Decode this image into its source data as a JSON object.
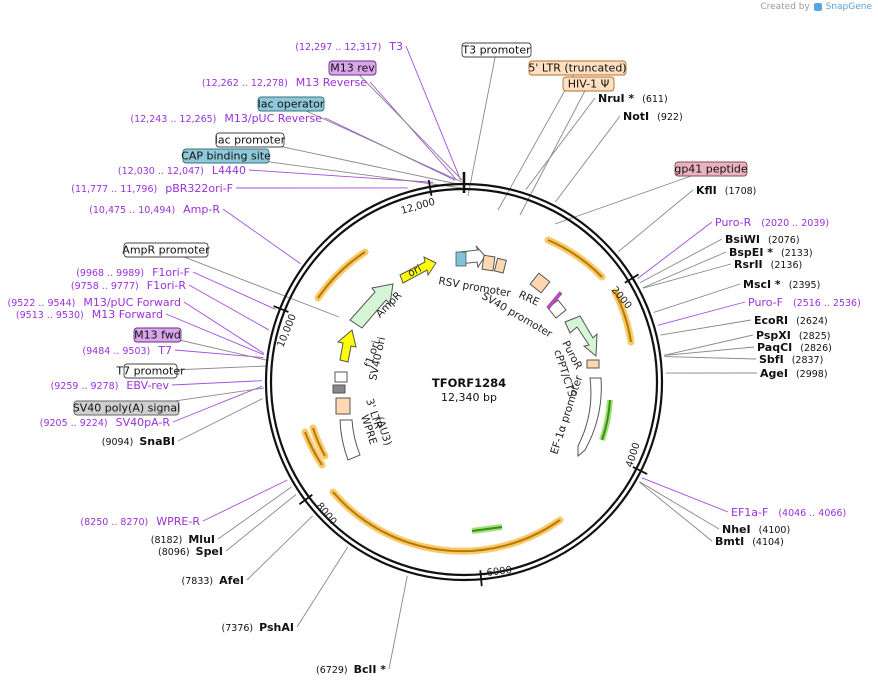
{
  "brand": {
    "created_by": "Created by",
    "name": "SnapGene"
  },
  "plasmid": {
    "name": "TFORF1284",
    "size": "12,340 bp",
    "length": 12340
  },
  "colors": {
    "site": "#111111",
    "primer": "#9b30d9",
    "line": "#888888",
    "primer_line": "#a64ce0",
    "cds": "#f5a623",
    "cds_fill": "#fffbe6",
    "misc_green": "#d6f5d6",
    "promoter": "#ffffff",
    "ltr": "#ffd8b3",
    "ori": "#ffff00",
    "feature_box_green": "#6fbf3b"
  },
  "tick_labels": [
    "2000",
    "4000",
    "6000",
    "8000",
    "10,000",
    "12,000"
  ],
  "ticks": [
    0,
    2000,
    4000,
    6000,
    8000,
    10000,
    12000
  ],
  "enzymes": [
    {
      "name": "NruI *",
      "pos": "(611)",
      "bp": 611
    },
    {
      "name": "NotI",
      "pos": "(922)",
      "bp": 922
    },
    {
      "name": "KflI",
      "pos": "(1708)",
      "bp": 1708
    },
    {
      "name": "BsiWI",
      "pos": "(2076)",
      "bp": 2076
    },
    {
      "name": "BspEI *",
      "pos": "(2133)",
      "bp": 2133
    },
    {
      "name": "RsrII",
      "pos": "(2136)",
      "bp": 2136
    },
    {
      "name": "MscI *",
      "pos": "(2395)",
      "bp": 2395
    },
    {
      "name": "EcoRI",
      "pos": "(2624)",
      "bp": 2624
    },
    {
      "name": "PspXI",
      "pos": "(2825)",
      "bp": 2825
    },
    {
      "name": "PaqCI",
      "pos": "(2826)",
      "bp": 2826
    },
    {
      "name": "SbfI",
      "pos": "(2837)",
      "bp": 2837
    },
    {
      "name": "AgeI",
      "pos": "(2998)",
      "bp": 2998
    },
    {
      "name": "NheI",
      "pos": "(4100)",
      "bp": 4100
    },
    {
      "name": "BmtI",
      "pos": "(4104)",
      "bp": 4104
    },
    {
      "name": "BclI *",
      "pos": "(6729)",
      "bp": 6729
    },
    {
      "name": "PshAI",
      "pos": "(7376)",
      "bp": 7376
    },
    {
      "name": "AfeI",
      "pos": "(7833)",
      "bp": 7833
    },
    {
      "name": "SpeI",
      "pos": "(8096)",
      "bp": 8096
    },
    {
      "name": "MluI",
      "pos": "(8182)",
      "bp": 8182
    },
    {
      "name": "SnaBI",
      "pos": "(9094)",
      "bp": 9094
    }
  ],
  "primers": [
    {
      "name": "T3",
      "pos": "(12,297 .. 12,317)",
      "bp": 12307
    },
    {
      "name": "M13 Reverse",
      "pos": "(12,262 .. 12,278)",
      "bp": 12270
    },
    {
      "name": "M13/pUC Reverse",
      "pos": "(12,243 .. 12,265)",
      "bp": 12254
    },
    {
      "name": "L4440",
      "pos": "(12,030 .. 12,047)",
      "bp": 12038
    },
    {
      "name": "pBR322ori-F",
      "pos": "(11,777 .. 11,796)",
      "bp": 11786
    },
    {
      "name": "Amp-R",
      "pos": "(10,475 .. 10,494)",
      "bp": 10485
    },
    {
      "name": "F1ori-F",
      "pos": "(9968 .. 9989)",
      "bp": 9978
    },
    {
      "name": "F1ori-R",
      "pos": "(9758 .. 9777)",
      "bp": 9767
    },
    {
      "name": "M13/pUC Forward",
      "pos": "(9522 .. 9544)",
      "bp": 9533
    },
    {
      "name": "M13 Forward",
      "pos": "(9513 .. 9530)",
      "bp": 9521
    },
    {
      "name": "T7",
      "pos": "(9484 .. 9503)",
      "bp": 9493
    },
    {
      "name": "EBV-rev",
      "pos": "(9259 .. 9278)",
      "bp": 9268
    },
    {
      "name": "SV40pA-R",
      "pos": "(9205 .. 9224)",
      "bp": 9214
    },
    {
      "name": "WPRE-R",
      "pos": "(8250 .. 8270)",
      "bp": 8260
    },
    {
      "name": "Puro-R",
      "pos": "(2020 .. 2039)",
      "bp": 2030
    },
    {
      "name": "Puro-F",
      "pos": "(2516 .. 2536)",
      "bp": 2526
    },
    {
      "name": "EF1a-F",
      "pos": "(4046 .. 4066)",
      "bp": 4056
    }
  ],
  "boxed_features": [
    {
      "name": "T3 promoter",
      "style": "white"
    },
    {
      "name": "M13 rev",
      "style": "purple"
    },
    {
      "name": "lac operator",
      "style": "blue"
    },
    {
      "name": "lac promoter",
      "style": "white"
    },
    {
      "name": "CAP binding site",
      "style": "blue"
    },
    {
      "name": "AmpR promoter",
      "style": "white"
    },
    {
      "name": "M13 fwd",
      "style": "purple"
    },
    {
      "name": "T7 promoter",
      "style": "white"
    },
    {
      "name": "SV40 poly(A) signal",
      "style": "gray"
    },
    {
      "name": "5' LTR (truncated)",
      "style": "orange"
    },
    {
      "name": "HIV-1 Ψ",
      "style": "orange"
    },
    {
      "name": "gp41 peptide",
      "style": "pink"
    }
  ],
  "inner_labels": {
    "ori": "ori",
    "ampr": "AmpR",
    "f1ori": "f1 ori",
    "sv40ori": "SV40 ori",
    "rsv": "RSV promoter",
    "rre": "RRE",
    "sv40prom": "SV40 promoter",
    "puror": "PuroR",
    "cppt": "cPPT/CTS",
    "ef1a": "EF-1α promoter",
    "ltr3": "3' LTR",
    "wpre": "WPRE",
    "au3": "(ΔU3)"
  }
}
